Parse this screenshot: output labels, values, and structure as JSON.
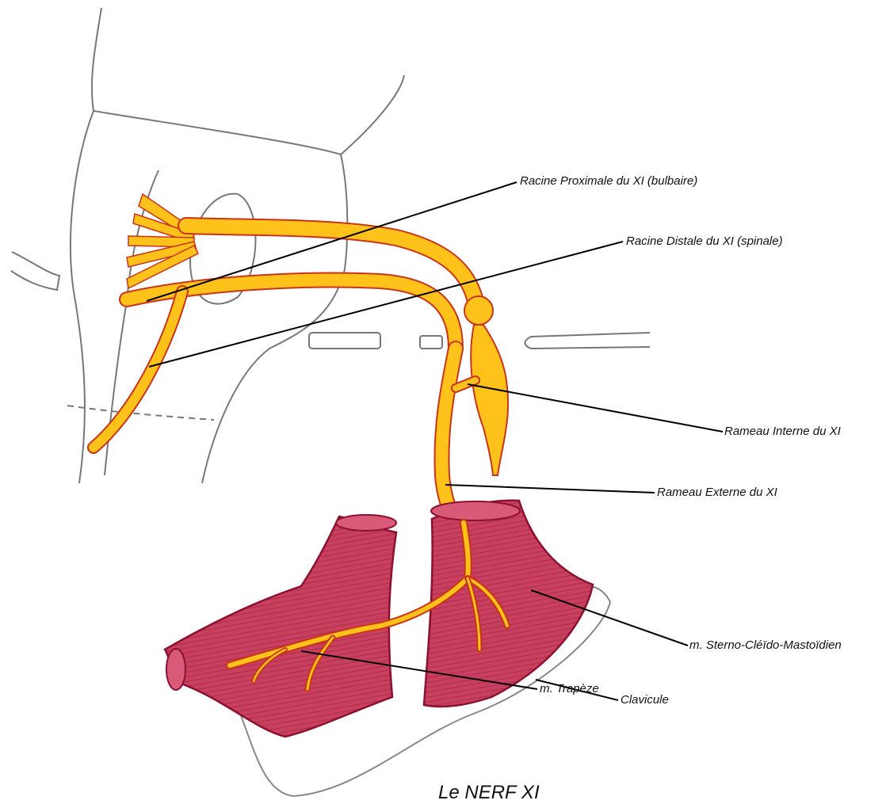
{
  "labels": {
    "racine_proximale": "Racine Proximale du XI (bulbaire)",
    "racine_distale": "Racine Distale du XI (spinale)",
    "rameau_interne": "Rameau Interne du XI",
    "rameau_externe": "Rameau Externe du XI",
    "sterno": "m. Sterno-Cléïdo-Mastoïdien",
    "clavicule": "Clavicule",
    "trapeze": "m. Trapèze"
  },
  "caption": "Le NERF XI",
  "colors": {
    "nerve_fill": "#ffc21a",
    "nerve_outline": "#c8341c",
    "muscle_fill": "#c83a5a",
    "muscle_outline": "#8c1030",
    "pencil": "#777777",
    "leader": "#000000"
  }
}
